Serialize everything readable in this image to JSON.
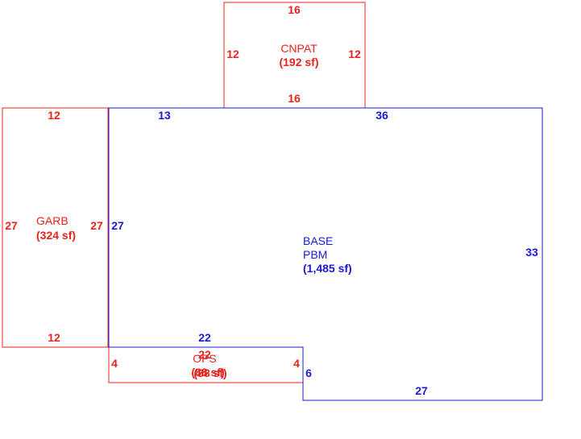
{
  "colors": {
    "red": "#e8231c",
    "blue": "#1a1ad6"
  },
  "areas": {
    "cnpat": {
      "code": "CNPAT",
      "area": "(192 sf)",
      "dims": {
        "top": "16",
        "bottom": "16",
        "left": "12",
        "right": "12"
      }
    },
    "garb": {
      "code": "GARB",
      "area": "(324 sf)",
      "dims": {
        "top": "12",
        "bottom": "12",
        "left": "27",
        "right": "27"
      }
    },
    "base": {
      "code": "BASE",
      "type": "PBM",
      "area": "(1,485 sf)",
      "dims": {
        "top_left": "13",
        "top_right": "36",
        "left": "27",
        "right": "33",
        "bottom_notch_top": "22",
        "notch_right": "6",
        "bottom": "27"
      }
    },
    "ops": {
      "code": "OPS",
      "area": "(88 sf)",
      "overlap_area": "(88 sf)",
      "dims": {
        "top": "22",
        "left": "4",
        "right": "4"
      }
    }
  }
}
